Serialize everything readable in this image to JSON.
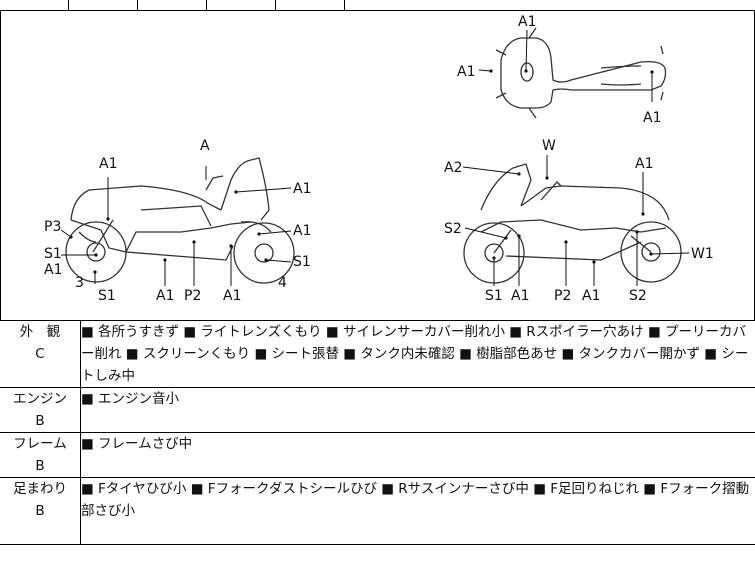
{
  "diagram": {
    "top_view_labels": [
      "A1",
      "A1",
      "A1"
    ],
    "left_side_labels": [
      "A",
      "A1",
      "A1",
      "P3",
      "A1",
      "S1",
      "A1",
      "S1",
      "3",
      "S1",
      "A1",
      "P2",
      "A1",
      "4"
    ],
    "right_side_labels": [
      "W",
      "A2",
      "A1",
      "S2",
      "W1",
      "S1",
      "A1",
      "P2",
      "A1",
      "S2"
    ]
  },
  "conditions": [
    {
      "category": "外　観",
      "grade": "C",
      "text": "■ 各所うすきず ■ ライトレンズくもり ■ サイレンサーカバー削れ小 ■ Rスポイラー穴あけ ■ プーリーカバー削れ ■ スクリーンくもり ■ シート張替 ■ タンク内未確認 ■ 樹脂部色あせ ■ タンクカバー開かず ■ シートしみ中"
    },
    {
      "category": "エンジン",
      "grade": "B",
      "text": "■ エンジン音小"
    },
    {
      "category": "フレーム",
      "grade": "B",
      "text": "■ フレームさび中"
    },
    {
      "category": "足まわり",
      "grade": "B",
      "text": "■ Fタイヤひび小 ■ Fフォークダストシールひび ■ Rサスインナーさび中 ■ F足回りねじれ ■ Fフォーク摺動部さび小"
    }
  ]
}
